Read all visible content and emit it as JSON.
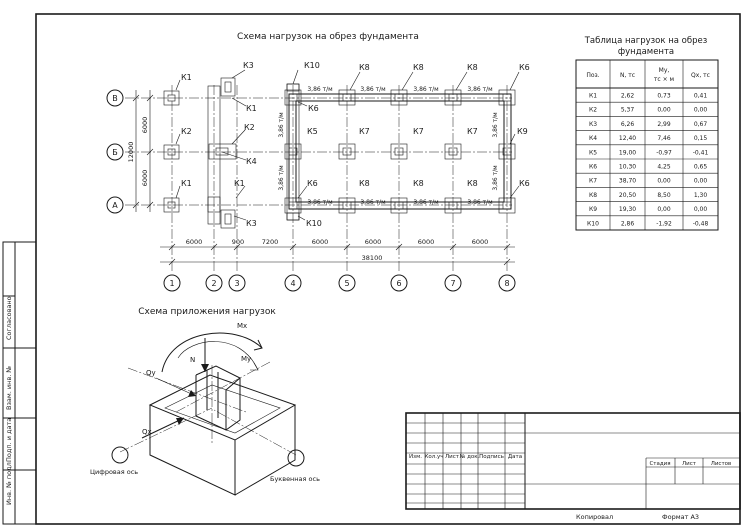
{
  "plan_title": "Схема нагрузок на обрез фундамента",
  "scheme_title": "Схема приложения нагрузок",
  "table": {
    "title_line1": "Таблица нагрузок на обрез",
    "title_line2": "фундамента",
    "headers": [
      "Поз.",
      "N, тс",
      "My, тс × м",
      "Qx, тс"
    ],
    "rows": [
      [
        "К1",
        "2,62",
        "0,73",
        "0,41"
      ],
      [
        "К2",
        "5,37",
        "0,00",
        "0,00"
      ],
      [
        "К3",
        "6,26",
        "2,99",
        "0,67"
      ],
      [
        "К4",
        "12,40",
        "7,46",
        "0,15"
      ],
      [
        "К5",
        "19,00",
        "-0,97",
        "-0,41"
      ],
      [
        "К6",
        "10,30",
        "4,25",
        "0,65"
      ],
      [
        "К7",
        "38,70",
        "0,00",
        "0,00"
      ],
      [
        "К8",
        "20,50",
        "8,50",
        "1,30"
      ],
      [
        "К9",
        "19,30",
        "0,00",
        "0,00"
      ],
      [
        "К10",
        "2,86",
        "-1,92",
        "-0,48"
      ]
    ]
  },
  "plan": {
    "row_axes": [
      "В",
      "Б",
      "А"
    ],
    "col_axes": [
      "1",
      "2",
      "3",
      "4",
      "5",
      "6",
      "7",
      "8"
    ],
    "col_dims": [
      "6000",
      "900",
      "7200",
      "6000",
      "6000",
      "6000",
      "6000"
    ],
    "overall_dim": "38100",
    "row_dims": [
      "6000",
      "6000"
    ],
    "overall_row_dim": "12000",
    "load_label": "3,86 т/м",
    "labels": {
      "k1_top_left": "К1",
      "k3_top": "К3",
      "k10_top": "К10",
      "k8_top_a": "К8",
      "k8_top_b": "К8",
      "k8_top_c": "К8",
      "k6_top_right": "К6",
      "k1_upper": "К1",
      "k6_upper": "К6",
      "k2_left": "К2",
      "k2_mid": "К2",
      "k5": "К5",
      "k7_a": "К7",
      "k7_b": "К7",
      "k7_c": "К7",
      "k9": "К9",
      "k4": "К4",
      "k1_lower_left": "К1",
      "k1_lower_mid": "К1",
      "k6_lower": "К6",
      "k8_bot_a": "К8",
      "k8_bot_b": "К8",
      "k8_bot_c": "К8",
      "k6_bot_right": "К6",
      "k3_bottom": "К3",
      "k10_bottom": "К10"
    }
  },
  "scheme": {
    "mx": "Mx",
    "my": "My",
    "n": "N",
    "qy": "Qy",
    "qx": "Qx",
    "digit_axis": "Цифровая ось",
    "letter_axis": "Буквенная ось"
  },
  "side_stamp": [
    "Инв. № подл.",
    "Подп. и дата",
    "Взам. инв. №",
    "Согласовано"
  ],
  "title_block": {
    "cols": [
      "Изм.",
      "Кол.уч",
      "Лист",
      "№ док.",
      "Подпись",
      "Дата"
    ],
    "stage": "Стадия",
    "sheet": "Лист",
    "sheets": "Листов",
    "copied": "Копировал",
    "format": "Формат  А3"
  }
}
